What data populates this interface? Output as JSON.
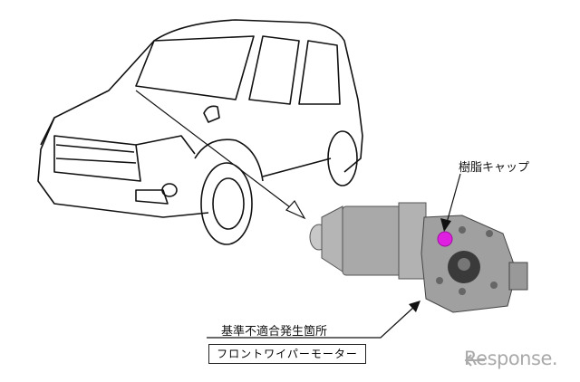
{
  "labels": {
    "resin_cap": "樹脂キャップ",
    "nonconformity_site": "基準不適合発生箇所",
    "part_name": "フロントワイパーモーター"
  },
  "watermark": "Response.",
  "colors": {
    "cap_highlight": "#e020e0",
    "motor_body": "#a9a9a9",
    "line": "#111111"
  }
}
